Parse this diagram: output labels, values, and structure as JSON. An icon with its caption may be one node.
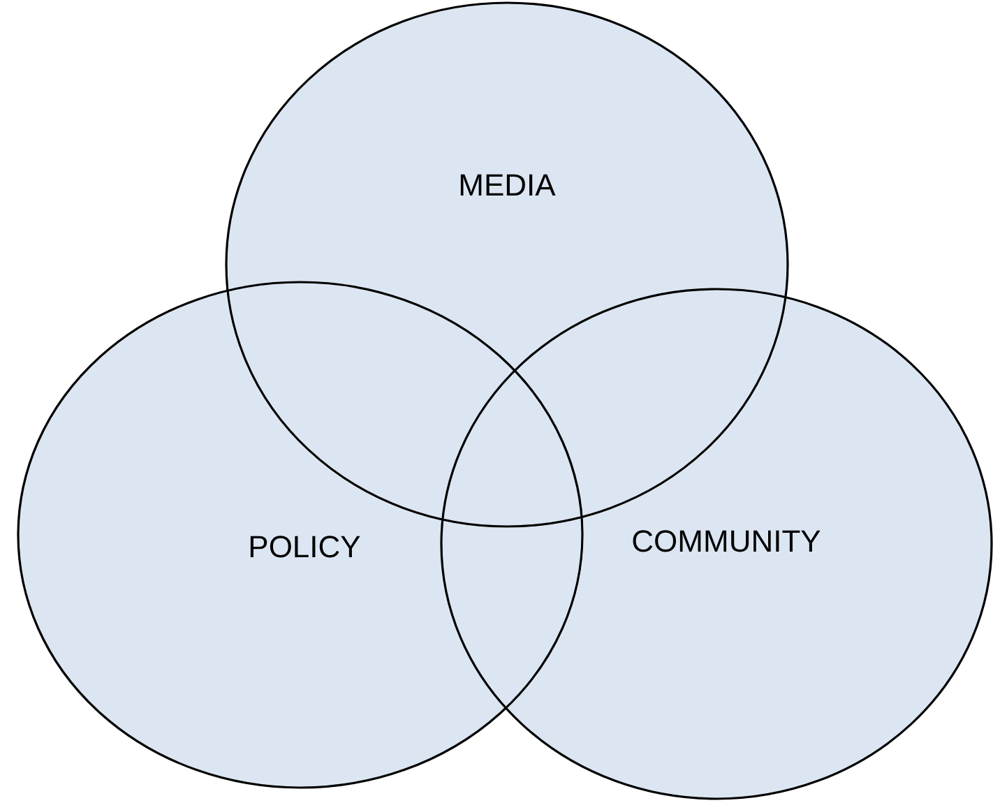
{
  "diagram": {
    "nodes": [
      {
        "text": [
          "MEDIA"
        ]
      },
      {
        "text": [
          "POLICY"
        ]
      },
      {
        "text": [
          "COMMUNITY"
        ]
      }
    ]
  }
}
